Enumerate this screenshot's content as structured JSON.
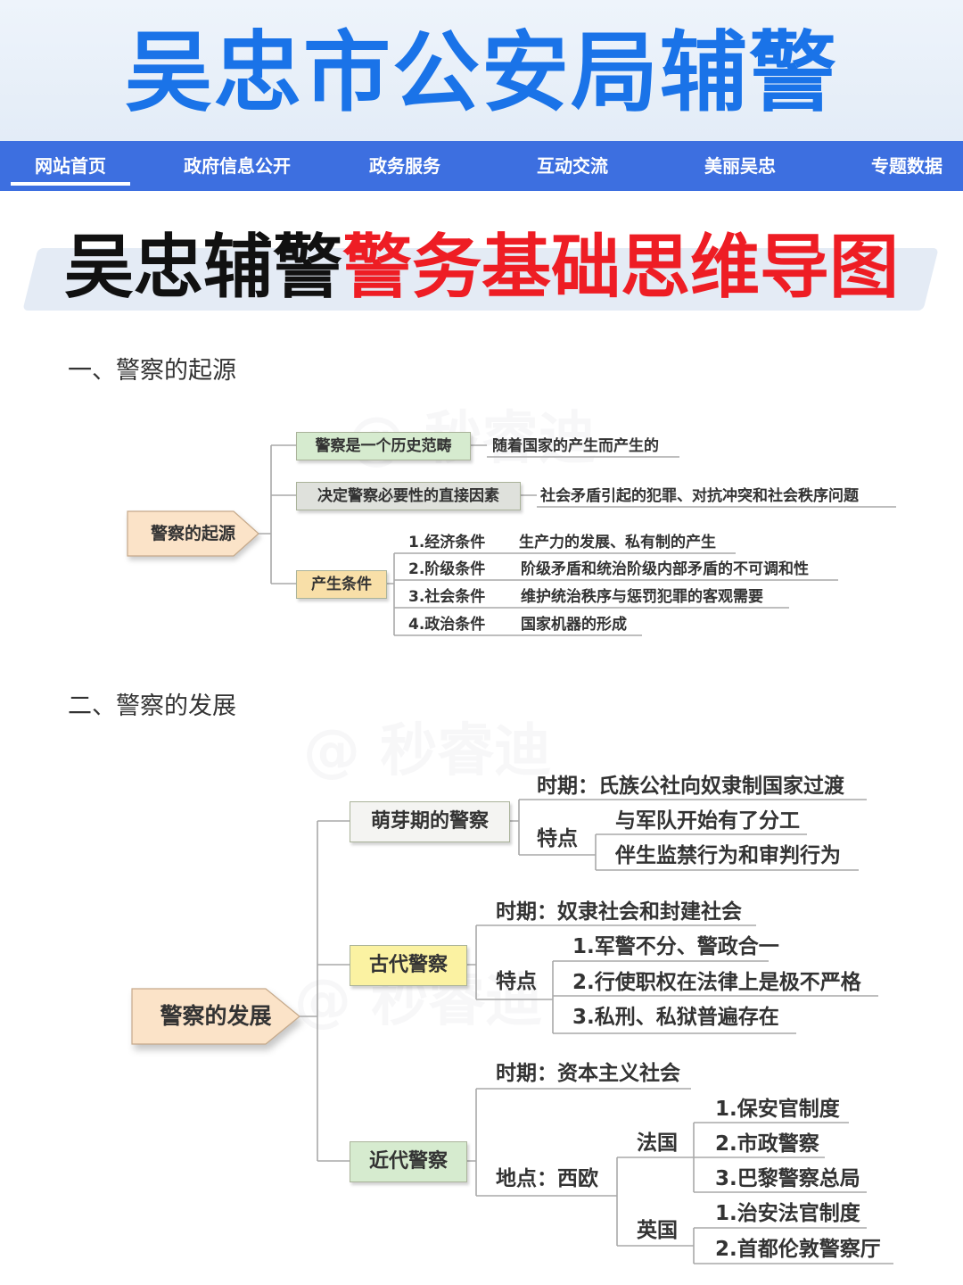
{
  "header": {
    "site_title": "吴忠市公安局辅警",
    "nav": [
      "网站首页",
      "政府信息公开",
      "政务服务",
      "互动交流",
      "美丽吴忠",
      "专题数据"
    ]
  },
  "banner": {
    "title_black": "吴忠辅警",
    "title_red": "警务基础思维导图"
  },
  "section1": {
    "heading": "一、警察的起源",
    "root": "警察的起源",
    "branches": [
      {
        "label": "警察是一个历史范畴",
        "detail": "随着国家的产生而产生的"
      },
      {
        "label": "决定警察必要性的直接因素",
        "detail": "社会矛盾引起的犯罪、对抗冲突和社会秩序问题"
      },
      {
        "label": "产生条件",
        "items": [
          {
            "name": "1.经济条件",
            "desc": "生产力的发展、私有制的产生"
          },
          {
            "name": "2.阶级条件",
            "desc": "阶级矛盾和统治阶级内部矛盾的不可调和性"
          },
          {
            "name": "3.社会条件",
            "desc": "维护统治秩序与惩罚犯罪的客观需要"
          },
          {
            "name": "4.政治条件",
            "desc": "国家机器的形成"
          }
        ]
      }
    ]
  },
  "section2": {
    "heading": "二、警察的发展",
    "root": "警察的发展",
    "sprout": {
      "label": "萌芽期的警察",
      "period": "时期：氏族公社向奴隶制国家过渡",
      "feature_label": "特点",
      "features": [
        "与军队开始有了分工",
        "伴生监禁行为和审判行为"
      ]
    },
    "ancient": {
      "label": "古代警察",
      "period": "时期：奴隶社会和封建社会",
      "feature_label": "特点",
      "features": [
        "1.军警不分、警政合一",
        "2.行使职权在法律上是极不严格",
        "3.私刑、私狱普遍存在"
      ]
    },
    "modern": {
      "label": "近代警察",
      "period": "时期：资本主义社会",
      "place": "地点：西欧",
      "france": {
        "label": "法国",
        "items": [
          "1.保安官制度",
          "2.市政警察",
          "3.巴黎警察总局"
        ]
      },
      "england": {
        "label": "英国",
        "items": [
          "1.治安法官制度",
          "2.首都伦敦警察厅"
        ]
      }
    }
  },
  "watermark": "@ 秒睿迪"
}
